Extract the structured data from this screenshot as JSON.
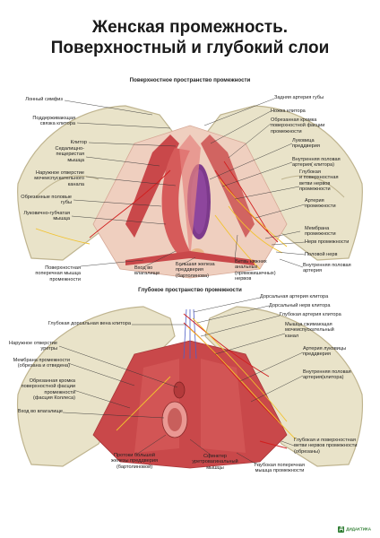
{
  "title_line1": "Женская промежность.",
  "title_line2": "Поверхностный и глубокий слои",
  "top_section": {
    "heading": "Поверхностное пространство промежности",
    "labels_left": [
      "Лонный симфиз",
      "Поддерживающая\nсвязка клитора",
      "Клитор",
      "Седалищно-\nпещеристая\nмышца",
      "Наружное отверстие\nмочеиспускательного\nканала",
      "Обрезанные половые\nгубы",
      "Луковично-губчатая\nмышца"
    ],
    "labels_right": [
      "Задняя артерия губы",
      "Ножка клитора",
      "Обрезанная кромка\nповерхностной фасции\nпромежности",
      "Луковица\nпреддверия",
      "Внутренняя половая\nартерия( клитора)",
      "Глубокая\nи поверхностная\nветви нервов\nпромежности",
      "Артерия\nпромежности",
      "Мембрана\nпромежности",
      "Нерв промежности",
      "Половой нерв",
      "Внутренняя половая\nартерия"
    ],
    "labels_bottom": [
      "Поверхностная\nпоперечная мышца\nпромежности",
      "Вход во\nвлагалище",
      "Большая железа\nпреддверия\n(бартолинова)",
      "Ветвь нижних\nанальных\n(прямокишечных)\nнервов"
    ]
  },
  "bottom_section": {
    "heading": "Глубокое пространство промежности",
    "labels_left": [
      "Глубокая дорсальная вена клитора",
      "Наружное отверстие\nуретры",
      "Мембрана промежности\n(обрезана и отведена)",
      "Обрезанная кромка\nповерхностной фасции\nпромежности\n(фасция Коллеса)",
      "Вход во влагалище"
    ],
    "labels_right": [
      "Дорсальная артерия клитора",
      "Дорсальный нерв клитора",
      "Глубокая артерия клитора",
      "Мышца сжимающая\nмочеиспускательный\nканал",
      "Артерия луковицы\nпреддверия",
      "Внутренняя половая\nартерия(клитора)",
      "Глубокая и поверхностная\nветви нервов промежности\n(обрезаны)"
    ],
    "labels_bottom": [
      "Протоки большой\nжелезы преддверия\n(бартолиновой)",
      "Сфинктер\nуретровагинальный\nмышцы",
      "Глубокая поперечная\nмышца промежности"
    ]
  },
  "footer": {
    "logo_letter": "Д",
    "logo_text": "ДИДАКТИКА"
  },
  "colors": {
    "bone": "#e9e3c9",
    "bone_shadow": "#bfb48f",
    "muscle": "#c9484a",
    "muscle_light": "#e6837f",
    "fascia": "#efcfbf",
    "vessel_red": "#d11f1f",
    "vein_blue": "#4f5fc7",
    "nerve_yellow": "#f2c22e",
    "bulb_purple": "#7d3a8c"
  }
}
